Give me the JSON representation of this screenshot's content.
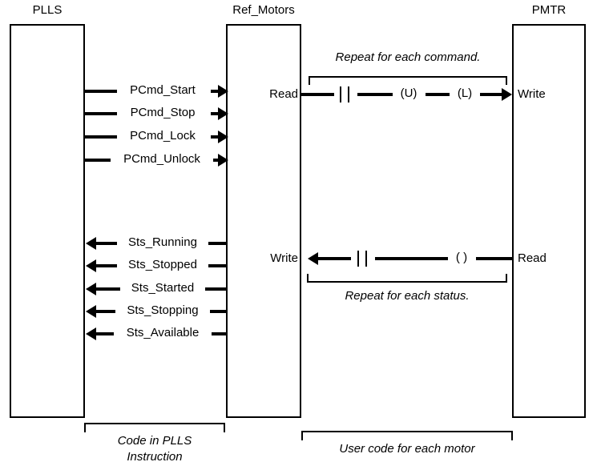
{
  "diagram": {
    "title": "PLLS / Ref_Motors / PMTR interface diagram",
    "boxes": [
      {
        "id": "plls",
        "label": "PLLS"
      },
      {
        "id": "ref_motors",
        "label": "Ref_Motors"
      },
      {
        "id": "pmtr",
        "label": "PMTR"
      }
    ],
    "port_labels": {
      "ref_motors_read": "Read",
      "ref_motors_write": "Write",
      "pmtr_write": "Write",
      "pmtr_read": "Read"
    },
    "commands": [
      {
        "name": "PCmd_Start"
      },
      {
        "name": "PCmd_Stop"
      },
      {
        "name": "PCmd_Lock"
      },
      {
        "name": "PCmd_Unlock"
      }
    ],
    "statuses": [
      {
        "name": "Sts_Running"
      },
      {
        "name": "Sts_Stopped"
      },
      {
        "name": "Sts_Started"
      },
      {
        "name": "Sts_Stopping"
      },
      {
        "name": "Sts_Available"
      }
    ],
    "command_path_symbols": [
      {
        "glyph": "| |"
      },
      {
        "glyph": "(U)"
      },
      {
        "glyph": "(L)"
      }
    ],
    "status_path_symbols": [
      {
        "glyph": "| |"
      },
      {
        "glyph": "( )"
      }
    ],
    "annotations": {
      "repeat_command": "Repeat for each command.",
      "repeat_status": "Repeat for each status.",
      "code_in_plls_line1": "Code in PLLS",
      "code_in_plls_line2": "Instruction",
      "user_code": "User code for each motor"
    },
    "colors": {
      "stroke": "#000000",
      "background": "#ffffff",
      "text": "#000000"
    }
  }
}
